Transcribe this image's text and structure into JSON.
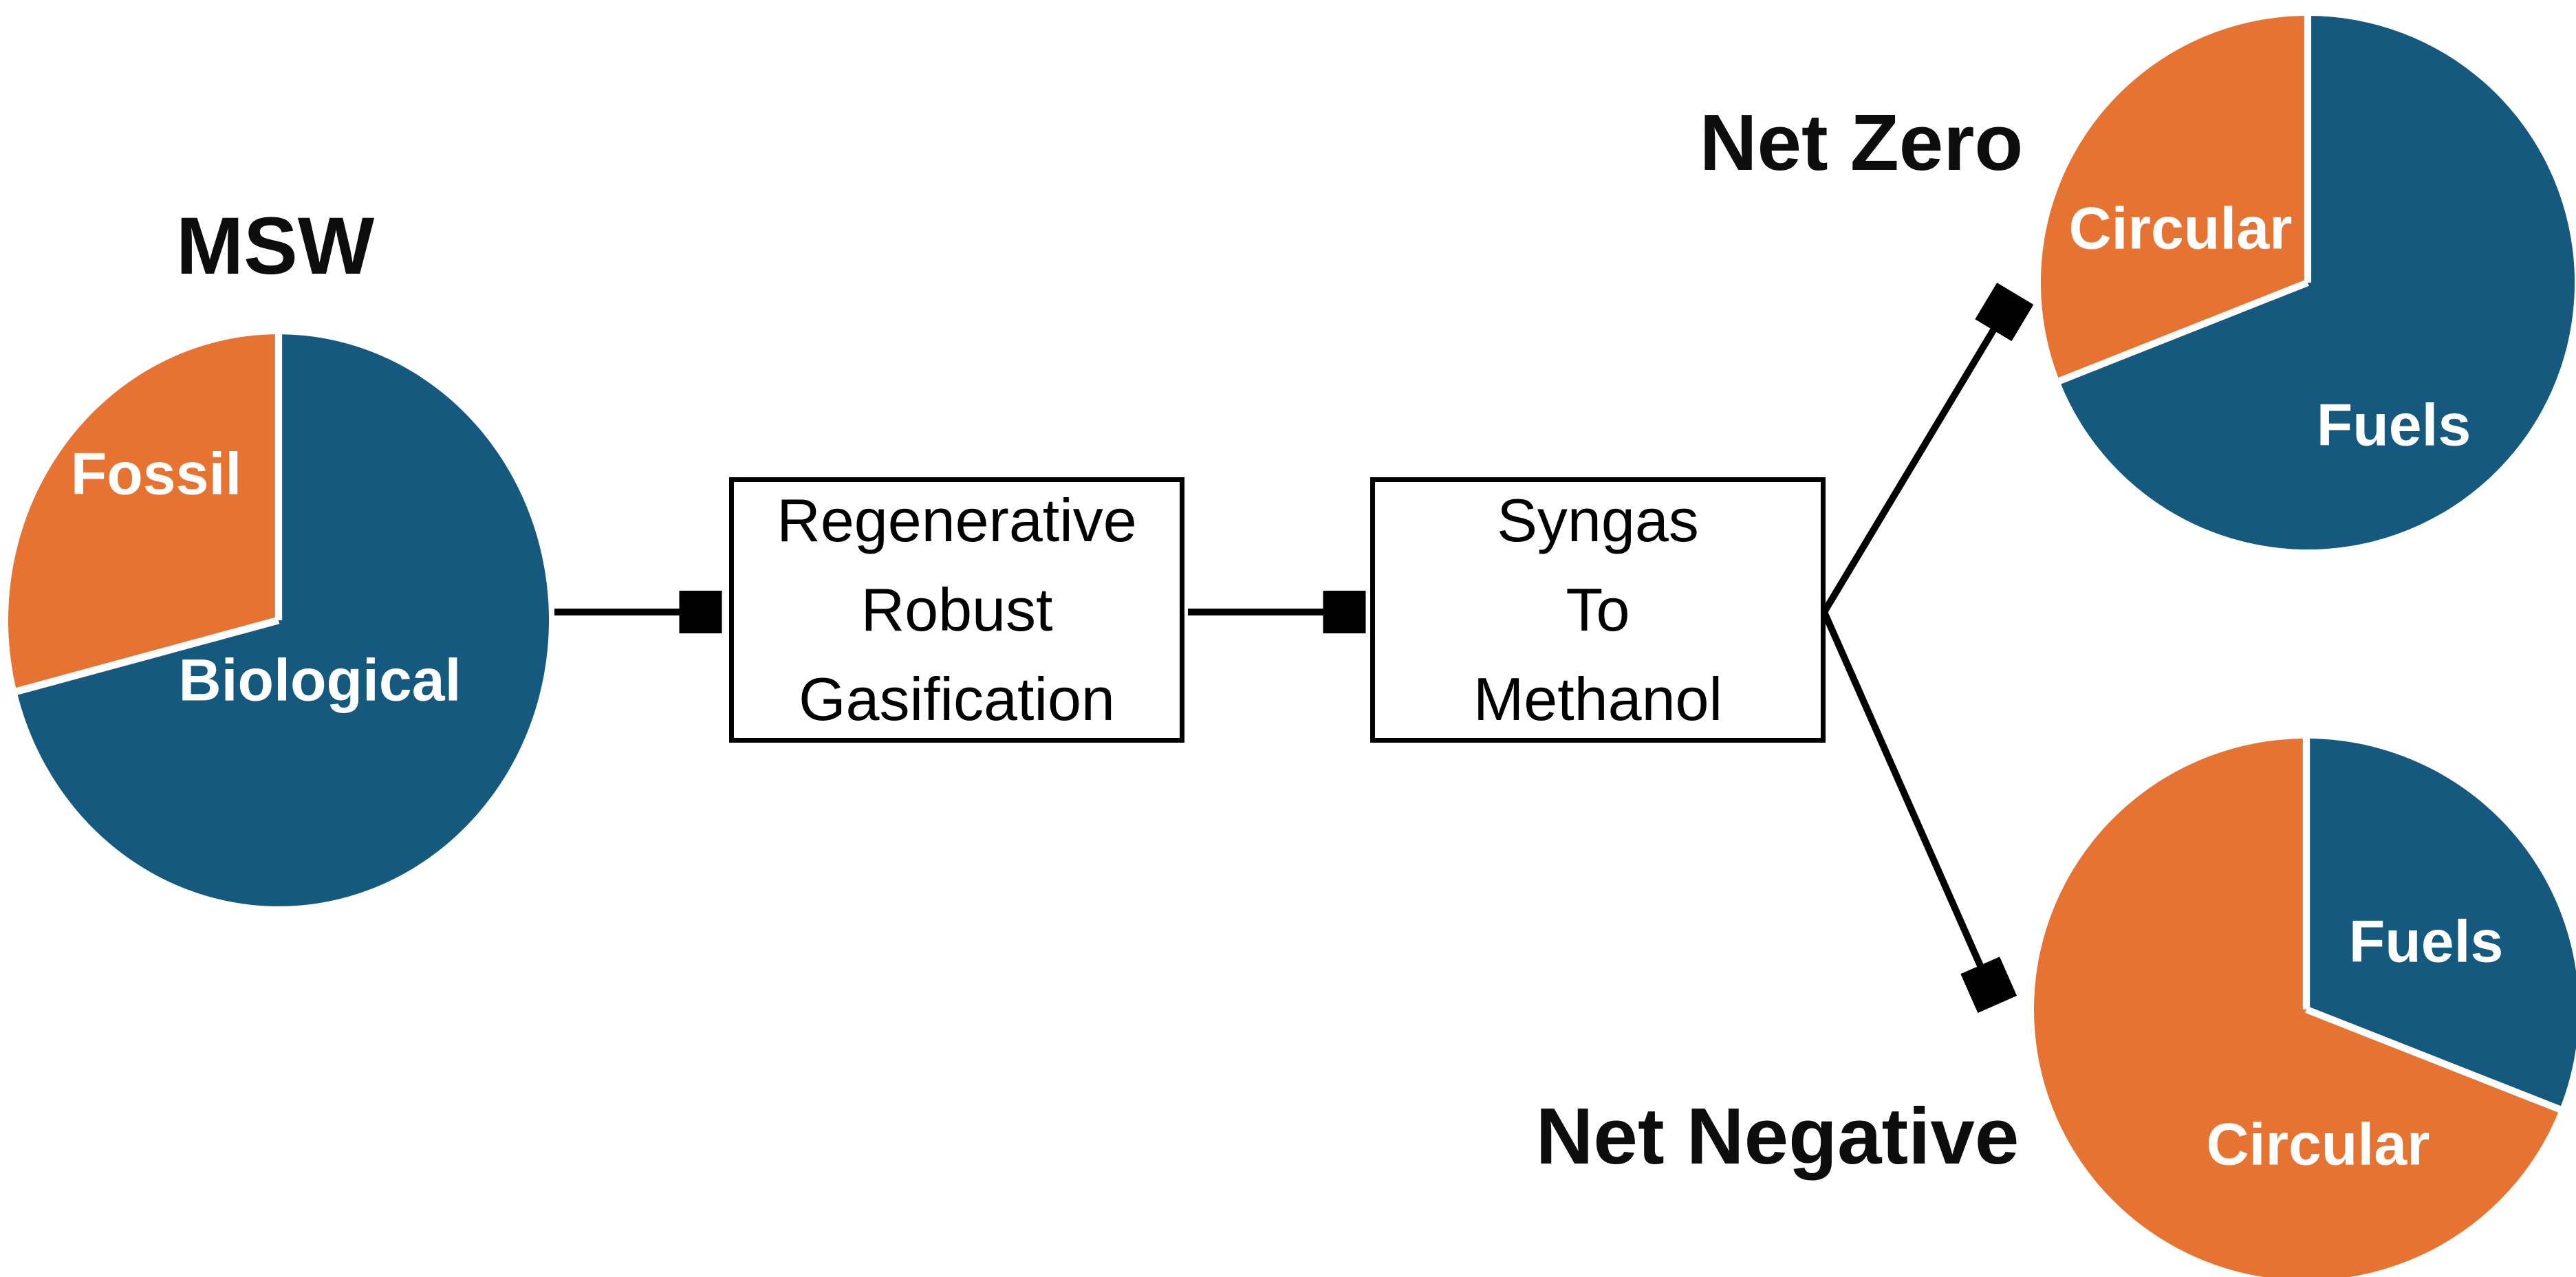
{
  "titles": {
    "msw": "MSW",
    "net_zero": "Net Zero",
    "net_negative": "Net Negative"
  },
  "process_boxes": [
    {
      "id": "gasification",
      "lines": [
        "Regenerative",
        "Robust",
        "Gasification"
      ]
    },
    {
      "id": "syngas_to_methanol",
      "lines": [
        "Syngas",
        "To",
        "Methanol"
      ]
    }
  ],
  "colors": {
    "orange": "#E77332",
    "blue": "#15597E",
    "separator": "#FFFFFF",
    "arrow": "#000000",
    "title_text": "#0D0D0D",
    "pie_label_text": "#FFFFFF",
    "background": "#FFFFFF"
  },
  "arrows": [
    {
      "from": "msw-pie",
      "to": "gasification-box"
    },
    {
      "from": "gasification-box",
      "to": "syngas-box"
    },
    {
      "from": "syngas-box",
      "to": "net-zero-pie"
    },
    {
      "from": "syngas-box",
      "to": "net-negative-pie"
    }
  ],
  "chart_data": [
    {
      "type": "pie",
      "title": "MSW",
      "arrangement": "first segment starts at 12 o'clock, clockwise",
      "unit": "percent (estimated from slice angles)",
      "segments": [
        {
          "label": "Biological",
          "value": 71,
          "color": "blue"
        },
        {
          "label": "Fossil",
          "value": 29,
          "color": "orange"
        }
      ]
    },
    {
      "type": "pie",
      "title": "Net Zero",
      "arrangement": "first segment starts at 12 o'clock, clockwise",
      "unit": "percent (estimated from slice angles)",
      "segments": [
        {
          "label": "Fuels",
          "value": 69,
          "color": "blue"
        },
        {
          "label": "Circular",
          "value": 31,
          "color": "orange"
        }
      ]
    },
    {
      "type": "pie",
      "title": "Net Negative",
      "arrangement": "first segment starts at 12 o'clock, clockwise",
      "unit": "percent (estimated from slice angles)",
      "segments": [
        {
          "label": "Fuels",
          "value": 31,
          "color": "blue"
        },
        {
          "label": "Circular",
          "value": 69,
          "color": "orange"
        }
      ]
    }
  ]
}
